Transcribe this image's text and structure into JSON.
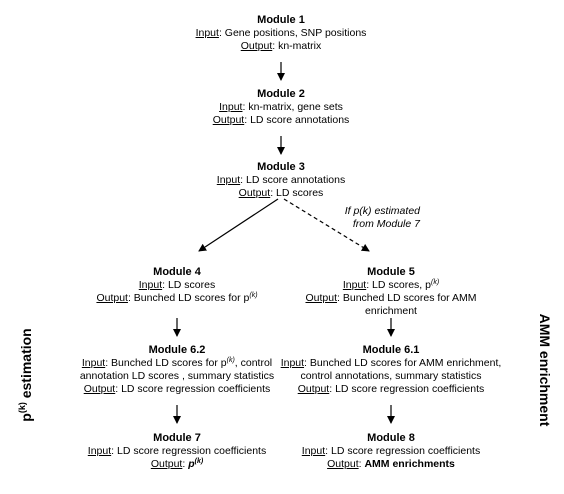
{
  "module1": {
    "title": "Module 1",
    "in_label": "Input",
    "in_text": ": Gene positions, SNP positions",
    "out_label": "Output",
    "out_text": ": kn-matrix"
  },
  "module2": {
    "title": "Module 2",
    "in_label": "Input",
    "in_text": ": kn-matrix, gene sets",
    "out_label": "Output",
    "out_text": ": LD score annotations"
  },
  "module3": {
    "title": "Module 3",
    "in_label": "Input",
    "in_text": ": LD score annotations",
    "out_label": "Output",
    "out_text": ": LD scores"
  },
  "branch_note": {
    "line1": "If p(k) estimated",
    "line2": "from Module 7"
  },
  "module4": {
    "title": "Module 4",
    "line1": "LD scores",
    "in_label": "Input",
    "in_text": ": LD scores",
    "out_label": "Output",
    "out_text": ": Bunched LD scores for p",
    "out_sup": "(k)"
  },
  "module5": {
    "title": "Module 5",
    "in_label": "Input",
    "in_text": ": LD scores, p",
    "in_sup": "(k)",
    "out_label": "Output",
    "out_text": ": Bunched LD scores for AMM",
    "out_line2": "enrichment"
  },
  "module62": {
    "title": "Module 6.2",
    "in_label": "Input",
    "in_text": ": Bunched LD scores for p",
    "in_sup": "(k)",
    "in_text2": ", control",
    "line2": "annotation LD scores , summary statistics",
    "out_label": "Output",
    "out_text": ": LD score regression coefficients"
  },
  "module61": {
    "title": "Module 6.1",
    "in_label": "Input",
    "in_text": ": Bunched LD scores for AMM enrichment,",
    "line2": "control annotations, summary statistics",
    "out_label": "Output",
    "out_text": ": LD score regression coefficients"
  },
  "module7": {
    "title": "Module 7",
    "in_label": "Input",
    "in_text": ": LD score regression coefficients",
    "out_label": "Output",
    "out_text": ": ",
    "out_bold": "p",
    "out_bold_sup": "(k)"
  },
  "module8": {
    "title": "Module 8",
    "in_label": "Input",
    "in_text": ": LD score regression coefficients",
    "out_label": "Output",
    "out_text": ": ",
    "out_bold": "AMM enrichments"
  },
  "side_left": {
    "main": "p",
    "sup": "(k)",
    "rest": " estimation"
  },
  "side_right": {
    "text": "AMM enrichment"
  }
}
